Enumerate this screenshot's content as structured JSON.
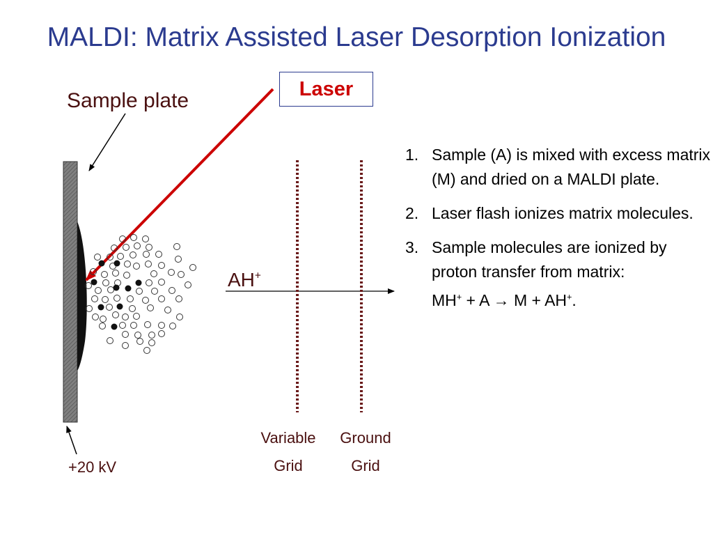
{
  "slide": {
    "title": "MALDI: Matrix Assisted Laser Desorption Ionization",
    "laser_label": "Laser",
    "sample_plate_label": "Sample  plate",
    "voltage_label": "+20 kV",
    "ion_label": "AH",
    "ion_charge": "+",
    "grids": [
      {
        "line1": "Variable",
        "line2": "Grid"
      },
      {
        "line1": "Ground",
        "line2": "Grid"
      }
    ],
    "steps": [
      {
        "num": "1.",
        "text": "Sample (A) is mixed with excess matrix (M) and dried on a MALDI plate."
      },
      {
        "num": "2.",
        "text": "Laser flash ionizes matrix molecules."
      },
      {
        "num": "3.",
        "text": "Sample molecules are ionized by proton transfer from matrix:"
      }
    ],
    "equation": {
      "lhs1": "MH",
      "sup1": "+",
      "op1": " + A ",
      "arrow": "→",
      "rhs1": " M + AH",
      "sup2": "+",
      "tail": "."
    },
    "colors": {
      "title": "#2b3b8f",
      "laser_beam": "#cc0000",
      "grid_dots": "#6a1a1a",
      "labels": "#4a1010"
    }
  }
}
